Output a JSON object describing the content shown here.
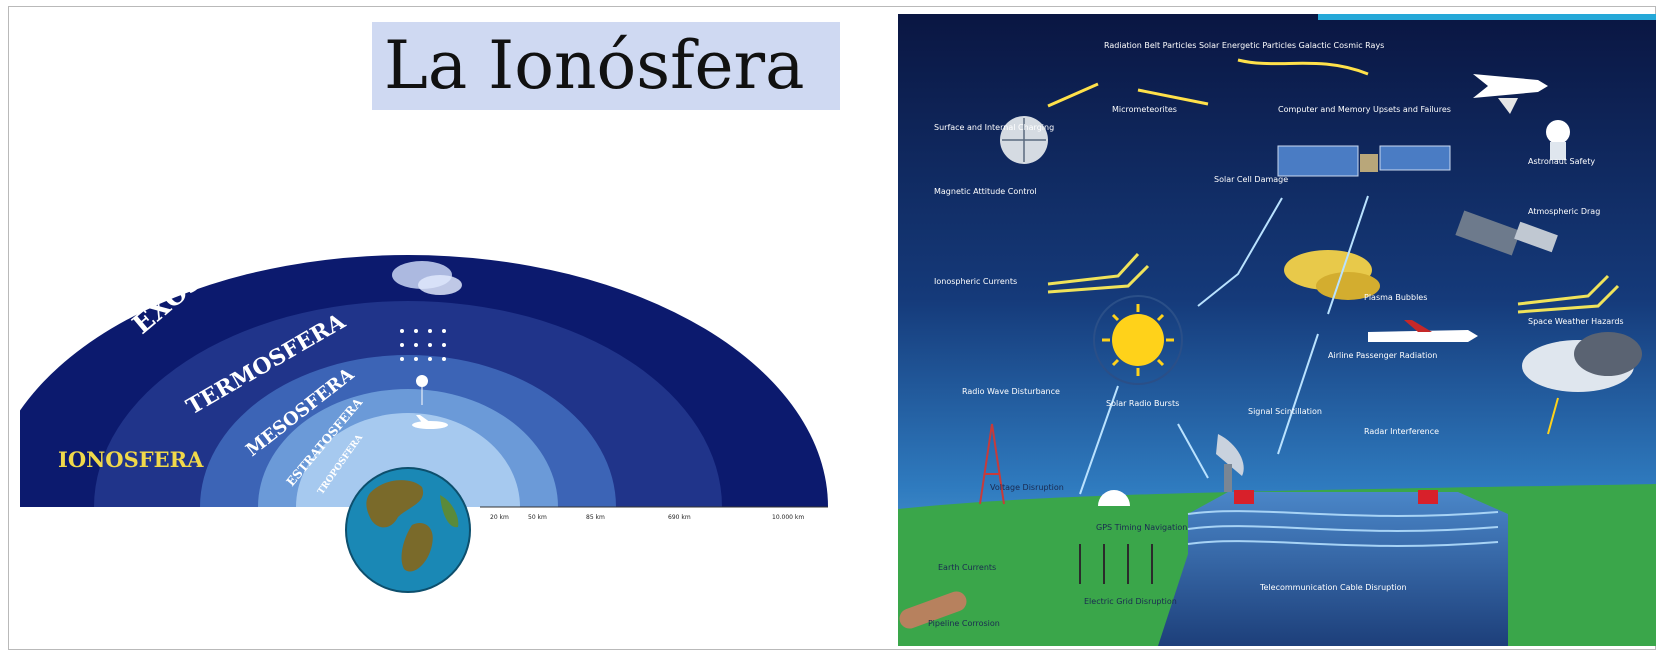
{
  "title": "La Ionósfera",
  "layers_diagram": {
    "layers": [
      "EXOSFERA",
      "TERMOSFERA",
      "MESOSFERA",
      "ESTRATOSFERA",
      "TROPOSFERA"
    ],
    "ionosphere_label": "IONOSFERA",
    "altitude_ticks": [
      "20 km",
      "50 km",
      "85 km",
      "690 km",
      "10.000 km"
    ]
  },
  "space_weather": {
    "labels": {
      "particles": "Radiation Belt Particles\nSolar Energetic Particles\nGalactic Cosmic Rays",
      "micrometeorites": "Micrometeorites",
      "surface_charging": "Surface and Internal Charging",
      "magnetic_attitude": "Magnetic Attitude Control",
      "computer_memory": "Computer and Memory Upsets and Failures",
      "solar_cell": "Solar Cell Damage",
      "astronaut": "Astronaut Safety",
      "drag": "Atmospheric Drag",
      "ionospheric_currents": "Ionospheric Currents",
      "plasma_bubbles": "Plasma Bubbles",
      "airline_radiation": "Airline Passenger Radiation",
      "radio_burst": "Solar Radio Bursts",
      "space_weather_hazards": "Space Weather Hazards",
      "radio_wave": "Radio Wave Disturbance",
      "signal_scintillation": "Signal Scintillation",
      "radar_interference": "Radar Interference",
      "gps": "GPS Timing Navigation",
      "voltage_disruption": "Voltage Disruption",
      "earth_currents": "Earth Currents",
      "power_grid": "Electric Grid Disruption",
      "cable": "Telecommunication Cable Disruption",
      "pipeline": "Pipeline Corrosion"
    }
  }
}
